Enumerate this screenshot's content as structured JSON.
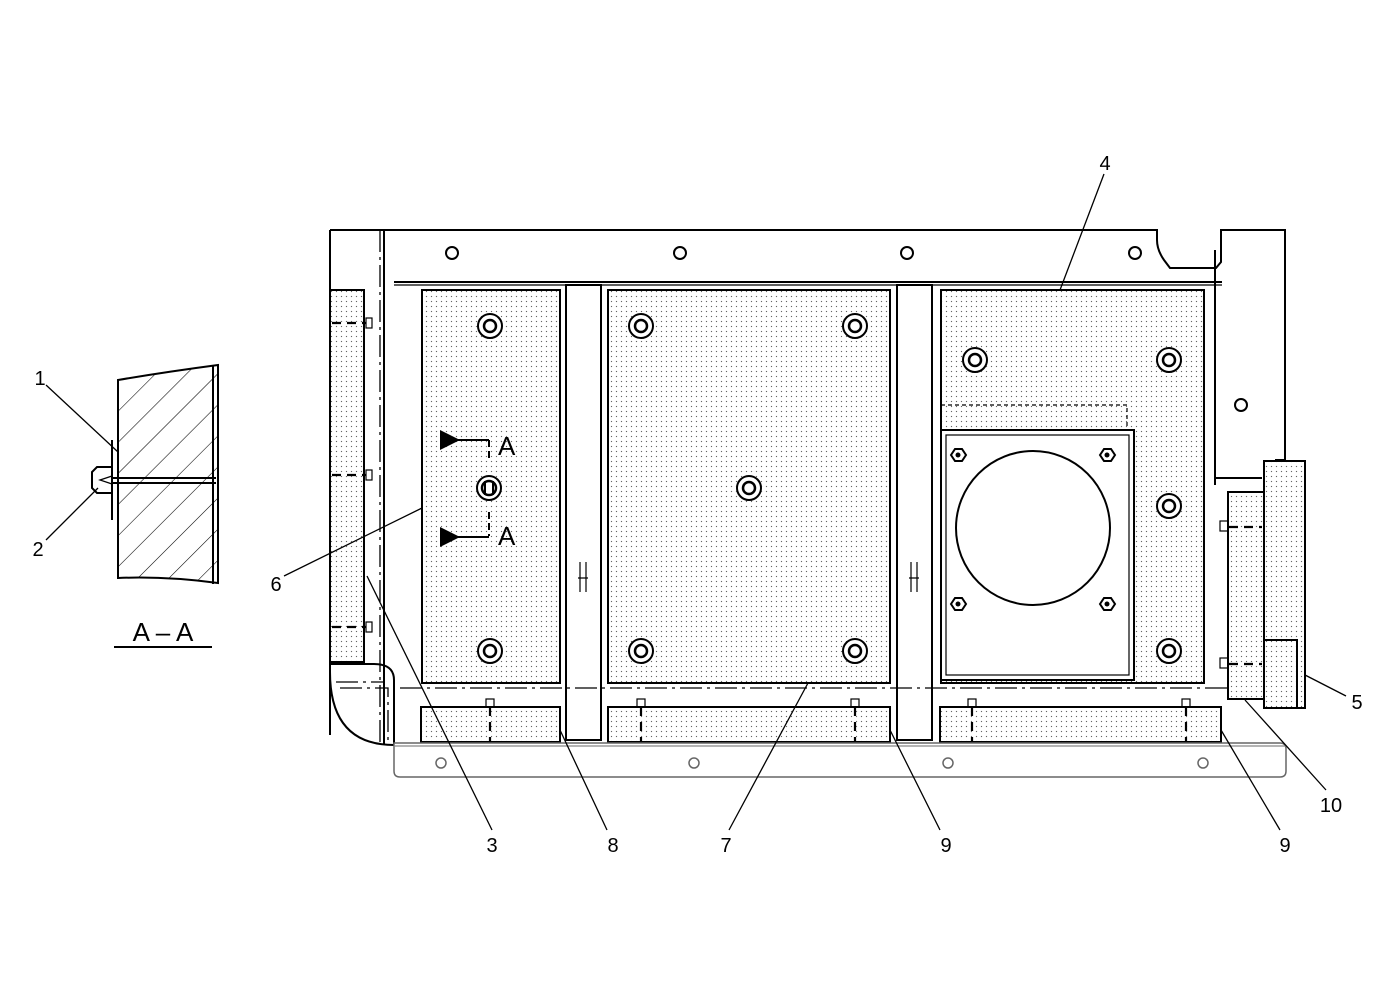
{
  "section": {
    "marker": "A",
    "title": "A – A"
  },
  "callouts": {
    "c1": "1",
    "c2": "2",
    "c3": "3",
    "c4": "4",
    "c5": "5",
    "c6": "6",
    "c7": "7",
    "c8": "8",
    "c9a": "9",
    "c9b": "9",
    "c10": "10"
  }
}
